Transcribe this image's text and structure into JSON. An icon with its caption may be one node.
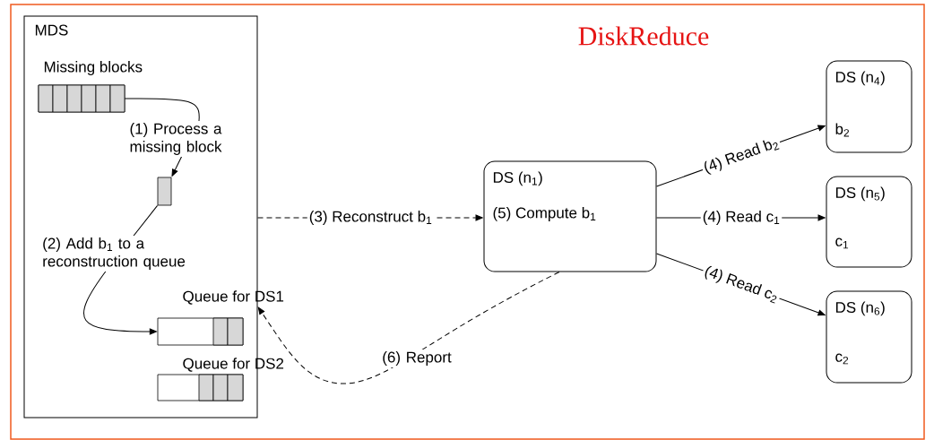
{
  "diagram": {
    "title": "DiskReduce",
    "nodes": [
      {
        "text": [
          "MDS"
        ]
      },
      {
        "text": [
          "Missing blocks"
        ],
        "in": 0
      },
      {
        "text": [],
        "shape": "box",
        "in": 0
      },
      {
        "text": [
          "Queue for DS1"
        ],
        "in": 0
      },
      {
        "text": [
          "Queue for DS2"
        ],
        "in": 0
      },
      {
        "text": [
          "DS (n$_{1}$)",
          "(5) Compute b$_{1}$"
        ]
      },
      {
        "text": [
          "DS (n$_{4}$)",
          "b$_{2}$"
        ]
      },
      {
        "text": [
          "DS (n$_{5}$)",
          "c$_{1}$"
        ]
      },
      {
        "text": [
          "DS (n$_{6}$)",
          "c$_{2}$"
        ]
      }
    ],
    "edges": [
      {
        "from": 1,
        "to": 2,
        "arrow": "to",
        "label": "(1) Process a missing block"
      },
      {
        "from": 2,
        "to": 3,
        "arrow": "to",
        "label": "(2) Add b$_{1}$ to a reconstruction queue"
      },
      {
        "from": 0,
        "to": 5,
        "arrow": "to",
        "style": "dashed",
        "label": "(3) Reconstruct b$_{1}$"
      },
      {
        "from": 5,
        "to": 0,
        "arrow": "to",
        "style": "dashed",
        "label": "(6) Report"
      },
      {
        "from": 5,
        "to": 6,
        "arrow": "to",
        "label": "(4) Read b$_{2}$"
      },
      {
        "from": 5,
        "to": 7,
        "arrow": "to",
        "label": "(4) Read c$_{1}$"
      },
      {
        "from": 5,
        "to": 8,
        "arrow": "to",
        "label": "(4) Read c$_{2}$"
      }
    ]
  }
}
